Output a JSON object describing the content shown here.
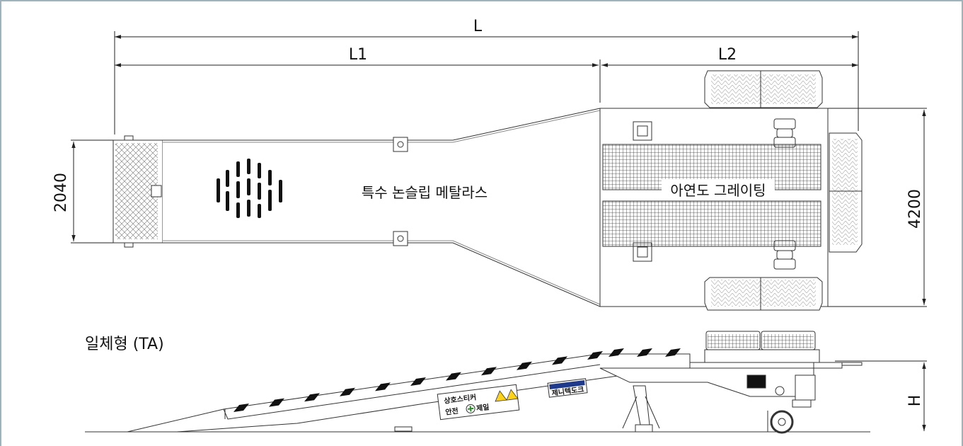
{
  "dimensions": {
    "total_length": "L",
    "ramp_length": "L1",
    "platform_length": "L2",
    "ramp_width": "2040",
    "platform_width": "4200",
    "height": "H"
  },
  "labels": {
    "ramp_surface": "특수 논슬립 메탈라스",
    "platform_surface": "아연도 그레이팅",
    "model_type": "일체형 (TA)"
  },
  "stickers": {
    "safety_line1": "상호스티커",
    "safety_line2": "안전",
    "safety_line3": "제일",
    "brand_text": "제니텍도크"
  },
  "colors": {
    "line": "#222222",
    "frame_border": "#9fb3bd",
    "stripe": "#111111"
  }
}
